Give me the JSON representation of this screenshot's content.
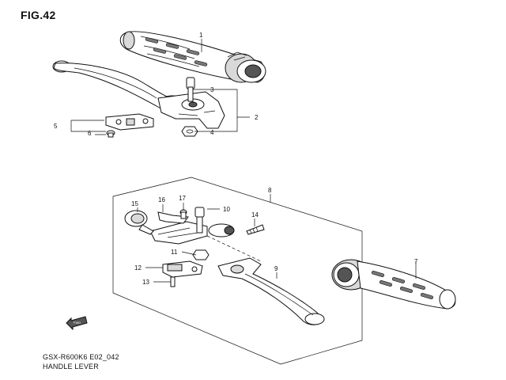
{
  "figure": {
    "title": "FIG.42"
  },
  "caption": {
    "code": "GSX-R600K6 E02_042",
    "name": "HANDLE LEVER"
  },
  "front_arrow": {
    "label": "FWD"
  },
  "callouts": [
    {
      "id": "c1",
      "label": "1"
    },
    {
      "id": "c2",
      "label": "2"
    },
    {
      "id": "c3",
      "label": "3"
    },
    {
      "id": "c4",
      "label": "4"
    },
    {
      "id": "c5",
      "label": "5"
    },
    {
      "id": "c6",
      "label": "6"
    },
    {
      "id": "c7",
      "label": "7"
    },
    {
      "id": "c8",
      "label": "8"
    },
    {
      "id": "c9",
      "label": "9"
    },
    {
      "id": "c10",
      "label": "10"
    },
    {
      "id": "c11",
      "label": "11"
    },
    {
      "id": "c12",
      "label": "12"
    },
    {
      "id": "c13",
      "label": "13"
    },
    {
      "id": "c14",
      "label": "14"
    },
    {
      "id": "c15",
      "label": "15"
    },
    {
      "id": "c16",
      "label": "16"
    },
    {
      "id": "c17",
      "label": "17"
    }
  ]
}
